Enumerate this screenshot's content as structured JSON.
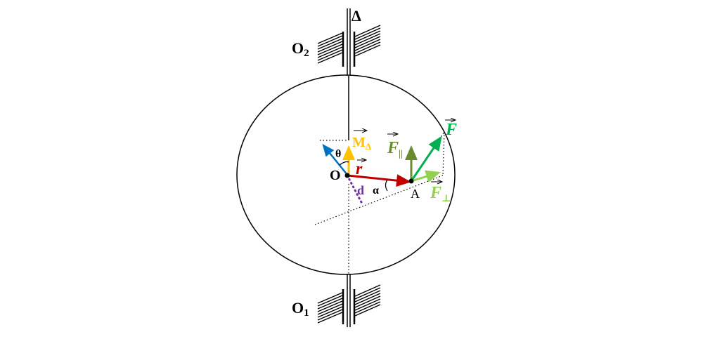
{
  "labels": {
    "axis": "Δ",
    "bearing_top": "O",
    "bearing_top_sub": "2",
    "bearing_bottom": "O",
    "bearing_bottom_sub": "1",
    "origin": "O",
    "point_a": "A",
    "theta": "θ",
    "alpha": "α",
    "distance": "d",
    "moment": "M",
    "moment_sub": "Δ",
    "radius": "r",
    "force": "F",
    "force_parallel": "F",
    "force_parallel_sub": "||",
    "force_perp": "F",
    "force_perp_sub": "⊥"
  },
  "colors": {
    "line": "#000000",
    "moment": "#ffc000",
    "radius": "#c00000",
    "force": "#00b050",
    "force_parallel": "#6a8c2e",
    "force_perp": "#92d050",
    "theta_vector": "#0070c0",
    "distance": "#7030a0"
  }
}
